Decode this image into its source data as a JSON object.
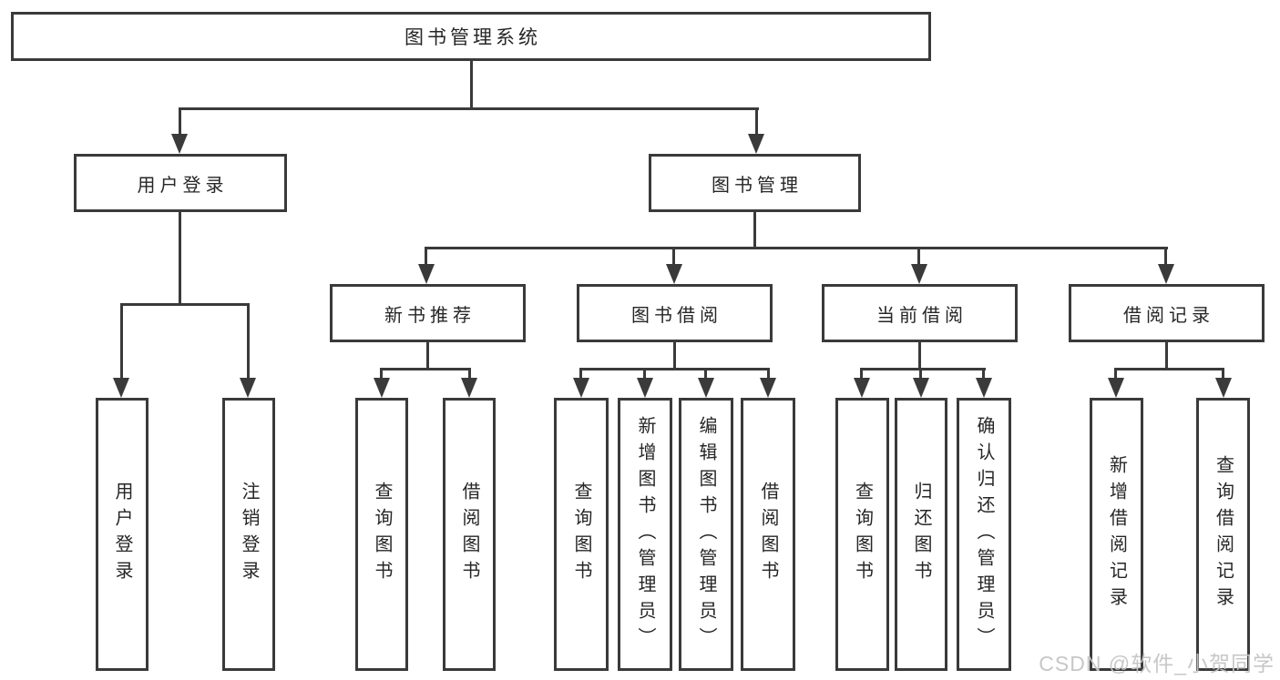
{
  "diagram": {
    "title_hint": "library-management-system-function-tree",
    "root_label": "图书管理系统",
    "level2": [
      {
        "label": "用户登录"
      },
      {
        "label": "图书管理"
      }
    ],
    "level3": [
      {
        "label": "新书推荐"
      },
      {
        "label": "图书借阅"
      },
      {
        "label": "当前借阅"
      },
      {
        "label": "借阅记录"
      }
    ],
    "leaves": {
      "user_login": [
        "用户登录",
        "注销登录"
      ],
      "new_books": [
        "查询图书",
        "借阅图书"
      ],
      "book_borrow": [
        "查询图书",
        "新增图书（管理员）",
        "编辑图书（管理员）",
        "借阅图书"
      ],
      "current_borrow": [
        "查询图书",
        "归还图书",
        "确认归还（管理员）"
      ],
      "borrow_records": [
        "新增借阅记录",
        "查询借阅记录"
      ]
    }
  },
  "watermark": {
    "text": "CSDN @软件_小贺同学"
  }
}
